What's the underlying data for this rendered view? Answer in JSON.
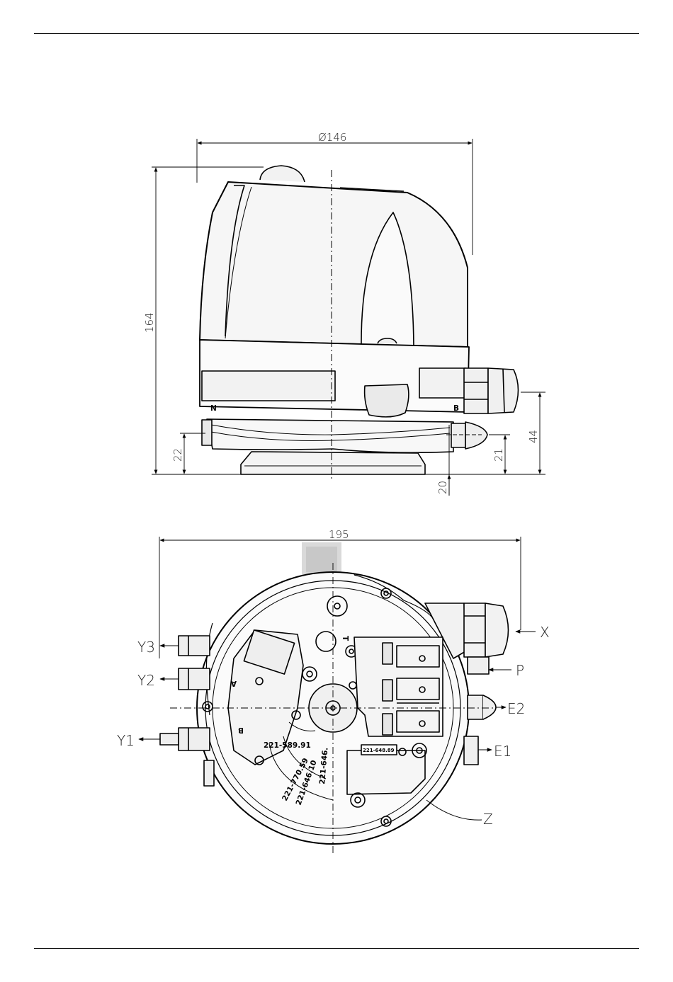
{
  "dimensions": {
    "diameter": "Ø146",
    "height": "164",
    "d22": "22",
    "d20": "20",
    "d21": "21",
    "d44": "44",
    "width": "195"
  },
  "side_view": {
    "letter_left": "N",
    "letter_right": "B"
  },
  "ports": {
    "y3": "Y3",
    "y2": "Y2",
    "y1": "Y1",
    "x": "X",
    "p": "P",
    "e2": "E2",
    "e1": "E1",
    "z": "Z"
  },
  "markings": {
    "part_221_589": "221-589.91",
    "part_221_770": "221-770.59",
    "part_221_646_10": "221-646.10",
    "part_221_646": "221-646.",
    "part_221_648": "221-648.89",
    "mark_a": "A",
    "mark_b": "B",
    "mark_t": "T"
  }
}
